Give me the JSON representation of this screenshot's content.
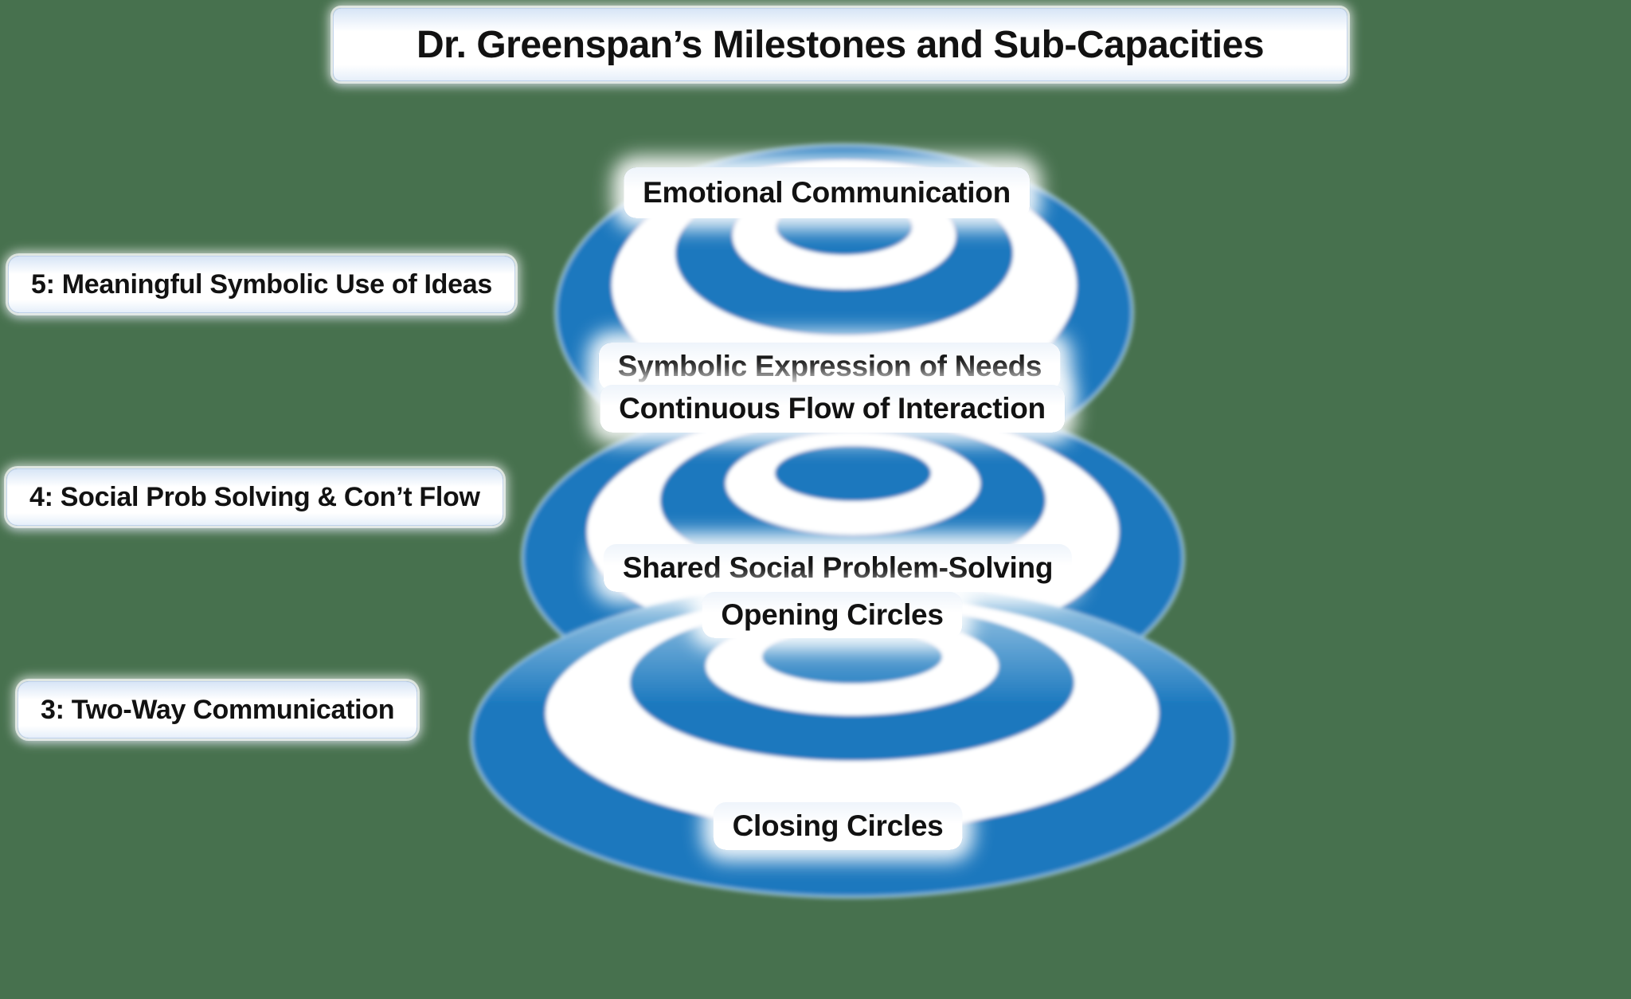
{
  "title": "Dr. Greenspan’s Milestones and Sub-Capacities",
  "targets": [
    {
      "milestone": "5: Meaningful Symbolic Use of Ideas",
      "sub_capacities": {
        "top": "Emotional Communication",
        "bottom": "Symbolic Expression of Needs"
      }
    },
    {
      "milestone": "4: Social Prob Solving & Con’t Flow",
      "sub_capacities": {
        "top": "Continuous Flow of Interaction",
        "bottom": "Shared Social Problem-Solving"
      }
    },
    {
      "milestone": "3: Two-Way Communication",
      "sub_capacities": {
        "top": "Opening Circles",
        "bottom": "Closing Circles"
      }
    }
  ],
  "colors": {
    "background": "#47714E",
    "ring_blue": "#1B78BE",
    "ring_pale_blue": "#A9CFE9",
    "ring_white": "#FFFFFF",
    "label_text": "#121212",
    "pill_edge_tint": "#D7E5F6"
  }
}
